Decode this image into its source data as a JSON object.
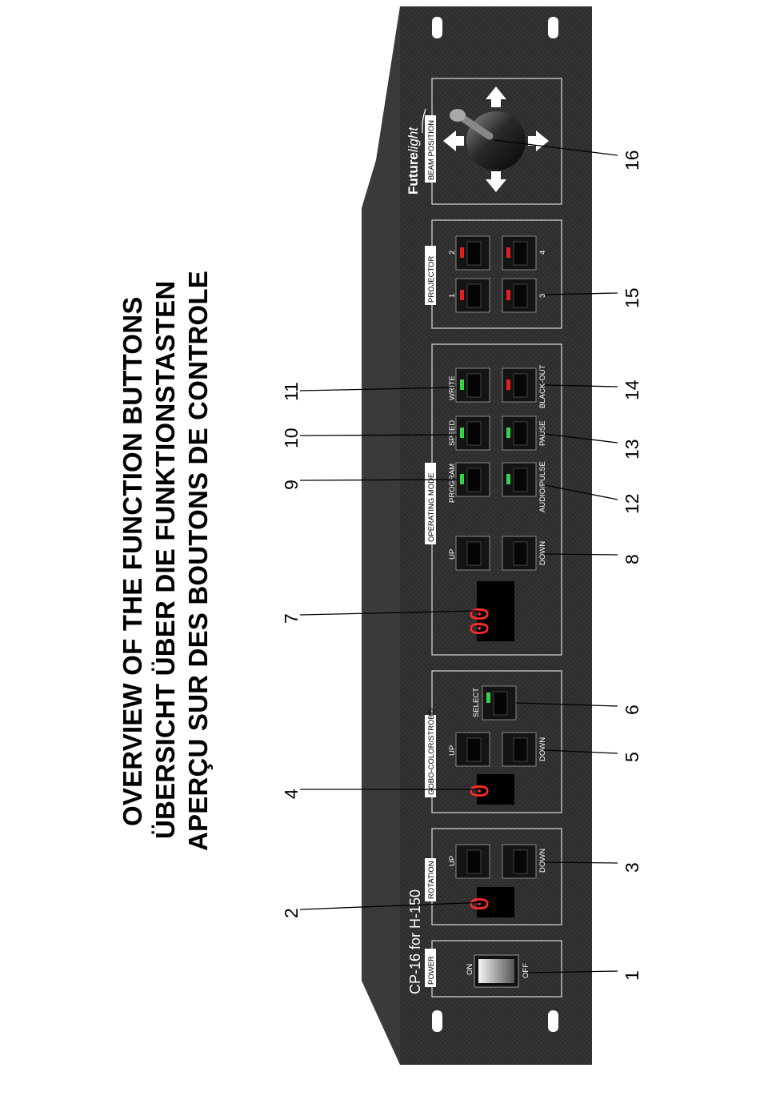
{
  "headings": {
    "en": "OVERVIEW OF THE FUNCTION BUTTONS",
    "de": "ÜBERSICHT ÜBER DIE FUNKTIONSTASTEN",
    "fr": "APERÇU SUR DES BOUTONS DE CONTROLE"
  },
  "device": {
    "model": "CP-16 for H-150",
    "brand_main": "Future",
    "brand_italic": "light"
  },
  "sections": {
    "power": "POWER",
    "rotation": "ROTATION",
    "gobo": "GOBO-COLOR/STROBO",
    "operating": "OPERATING MODE",
    "projector": "PROJECTOR",
    "beam": "BEAM POSITION"
  },
  "labels": {
    "on": "ON",
    "off": "OFF",
    "up": "UP",
    "down": "DOWN",
    "select": "SELECT",
    "program": "PROGRAM",
    "speed": "SPEED",
    "write": "WRITE",
    "audio_pulse": "AUDIO/PULSE",
    "pause": "PAUSE",
    "black_out": "BLACK-OUT",
    "p1": "1",
    "p2": "2",
    "p3": "3",
    "p4": "4"
  },
  "displays": {
    "rotation": "0",
    "gobo": "0",
    "program": "00"
  },
  "callouts": [
    "1",
    "2",
    "3",
    "4",
    "5",
    "6",
    "7",
    "8",
    "9",
    "10",
    "11",
    "12",
    "13",
    "14",
    "15",
    "16"
  ],
  "colors": {
    "panel": "#2d2d2d",
    "led_green": "#35d24a",
    "led_red": "#e02020",
    "segment_red": "#ff2a2a"
  }
}
